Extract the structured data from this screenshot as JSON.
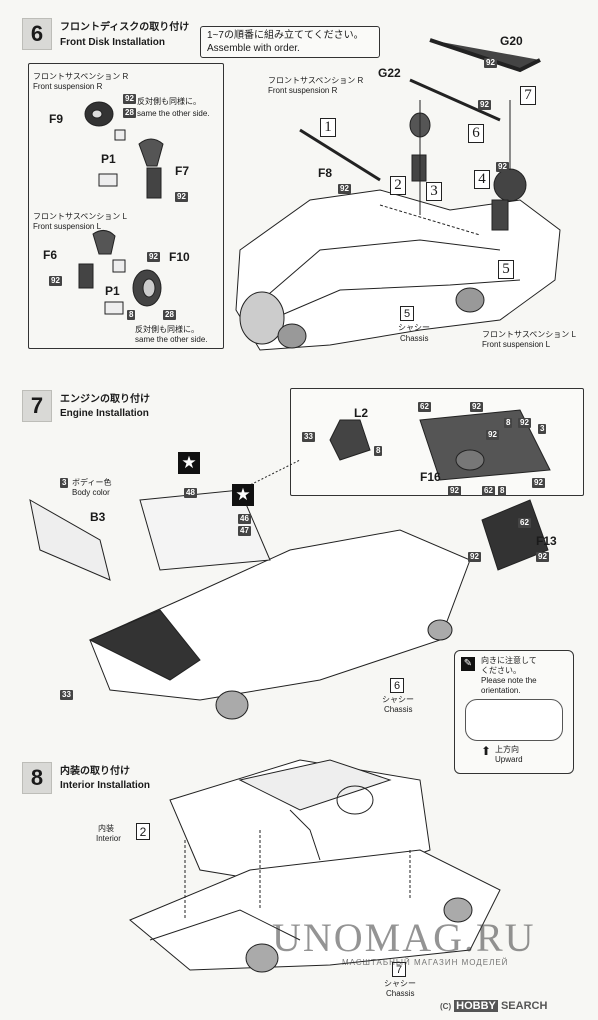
{
  "step6": {
    "number": "6",
    "title_jp": "フロントディスクの取り付け",
    "title_en": "Front Disk Installation",
    "order_note_jp": "1~7の順番に組み立ててください。",
    "order_note_en": "Assemble with order.",
    "inset": {
      "right_title_jp": "フロントサスペンション R",
      "right_title_en": "Front suspension R",
      "left_title_jp": "フロントサスペンション L",
      "left_title_en": "Front suspension L",
      "same_side_jp": "反対側も同様に。",
      "same_side_en": "same the other side.",
      "parts": [
        "F9",
        "P1",
        "F7",
        "F6",
        "F10",
        "P1"
      ],
      "tags": [
        "92",
        "28",
        "92",
        "92",
        "92",
        "8",
        "28"
      ]
    },
    "main": {
      "parts": [
        "G20",
        "G22",
        "F8"
      ],
      "susp_r_jp": "フロントサスペンション R",
      "susp_r_en": "Front suspension R",
      "susp_l_jp": "フロントサスペンション L",
      "susp_l_en": "Front suspension L",
      "chassis_num": "5",
      "chassis_jp": "シャシー",
      "chassis_en": "Chassis",
      "order_boxes": [
        "1",
        "2",
        "3",
        "4",
        "5",
        "6",
        "7"
      ],
      "tags": [
        "92",
        "92",
        "92",
        "92"
      ]
    }
  },
  "step7": {
    "number": "7",
    "title_jp": "エンジンの取り付け",
    "title_en": "Engine Installation",
    "body_color_num": "3",
    "body_color_jp": "ボディー色",
    "body_color_en": "Body color",
    "parts": [
      "B3",
      "L2",
      "F16",
      "F13"
    ],
    "tags": [
      "62",
      "92",
      "33",
      "8",
      "8",
      "92",
      "3",
      "92",
      "62",
      "8",
      "92",
      "62",
      "92",
      "92",
      "92",
      "33",
      "48",
      "46",
      "47"
    ],
    "decal_marks": [
      "★",
      "★"
    ],
    "chassis_num": "6",
    "chassis_jp": "シャシー",
    "chassis_en": "Chassis",
    "orient_jp1": "向きに注意して",
    "orient_jp2": "ください。",
    "orient_en1": "Please note the",
    "orient_en2": "orientation.",
    "upward_jp": "上方向",
    "upward_en": "Upward"
  },
  "step8": {
    "number": "8",
    "title_jp": "内装の取り付け",
    "title_en": "Interior Installation",
    "interior_jp": "内装",
    "interior_en": "Interior",
    "interior_num": "2",
    "chassis_num": "7",
    "chassis_jp": "シャシー",
    "chassis_en": "Chassis"
  },
  "watermark": {
    "title": "UNOMAG.RU",
    "subtitle": "МАСШТАБНЫЙ МАГАЗИН МОДЕЛЕЙ",
    "hobby_prefix": "(C)",
    "hobby_brand": "HOBBY",
    "hobby_search": "SEARCH"
  }
}
